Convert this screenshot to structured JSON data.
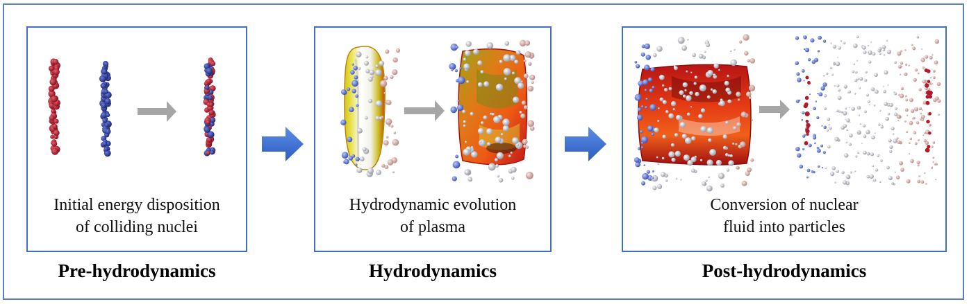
{
  "stages": [
    {
      "title": "Pre-hydrodynamics",
      "caption_line1": "Initial energy disposition",
      "caption_line2": "of colliding nuclei"
    },
    {
      "title": "Hydrodynamics",
      "caption_line1": "Hydrodynamic evolution",
      "caption_line2": "of plasma"
    },
    {
      "title": "Post-hydrodynamics",
      "caption_line1": "Conversion of nuclear",
      "caption_line2": "fluid into particles"
    }
  ],
  "colors": {
    "frame": "#5b7fbf",
    "panel_border": "#3f6fbe",
    "stage_arrow": "#3b6fd0",
    "inner_arrow": "#a6a6a6",
    "nucleus_red": "#b3182b",
    "nucleus_blue": "#2f3f9e",
    "particle": "#c9cbd3"
  }
}
